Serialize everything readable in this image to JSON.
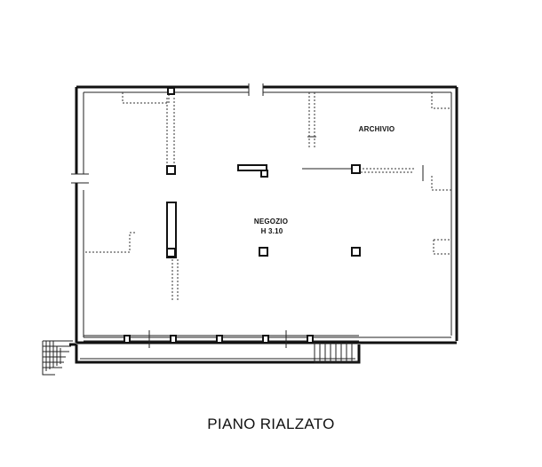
{
  "plan": {
    "rooms": {
      "archive": {
        "name": "ARCHIVIO"
      },
      "shop": {
        "name": "NEGOZIO",
        "height": "H 3.10"
      }
    },
    "title": "PIANO RIALZATO"
  }
}
